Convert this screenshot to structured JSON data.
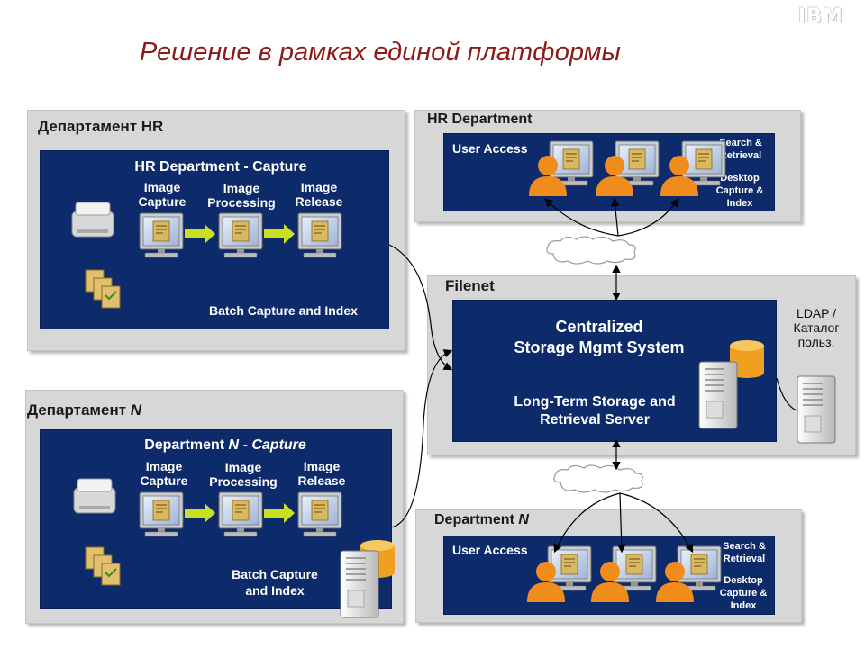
{
  "title": "Решение в рамках единой платформы",
  "logo_text": "IBM",
  "hr_left": {
    "panel_label": "Департамент HR",
    "box_title": "HR Department - Capture",
    "stage1": [
      "Image",
      "Capture"
    ],
    "stage2": [
      "Image",
      "Processing"
    ],
    "stage3": [
      "Image",
      "Release"
    ],
    "footer": "Batch Capture and Index"
  },
  "n_left": {
    "panel_label_prefix": "Департамент",
    "panel_label_var": "N",
    "box_title_prefix": "Department",
    "box_title_var": "N",
    "box_title_suffix": "- Capture",
    "stage1": [
      "Image",
      "Capture"
    ],
    "stage2": [
      "Image",
      "Processing"
    ],
    "stage3": [
      "Image",
      "Release"
    ],
    "footer": [
      "Batch Capture",
      "and Index"
    ]
  },
  "hr_right": {
    "panel_label": "HR Department",
    "user_access": "User Access",
    "search": [
      "Search &",
      "Retrieval"
    ],
    "desktop": [
      "Desktop",
      "Capture &",
      "Index"
    ]
  },
  "filenet": {
    "panel_label": "Filenet",
    "central": [
      "Centralized",
      "Storage Mgmt System"
    ],
    "longterm": [
      "Long-Term Storage and",
      "Retrieval Server"
    ],
    "ldap": [
      "LDAP /",
      "Каталог",
      "польз."
    ]
  },
  "n_right": {
    "panel_label_prefix": "Department",
    "panel_label_var": "N",
    "user_access": "User Access",
    "search": [
      "Search &",
      "Retrieval"
    ],
    "desktop": [
      "Desktop",
      "Capture &",
      "Index"
    ]
  },
  "colors": {
    "navy": "#0d2a6b",
    "title_red": "#8b1a1a",
    "person_orange": "#f08c1c",
    "arrow_green": "#c8e020",
    "db_orange": "#f0a020"
  }
}
